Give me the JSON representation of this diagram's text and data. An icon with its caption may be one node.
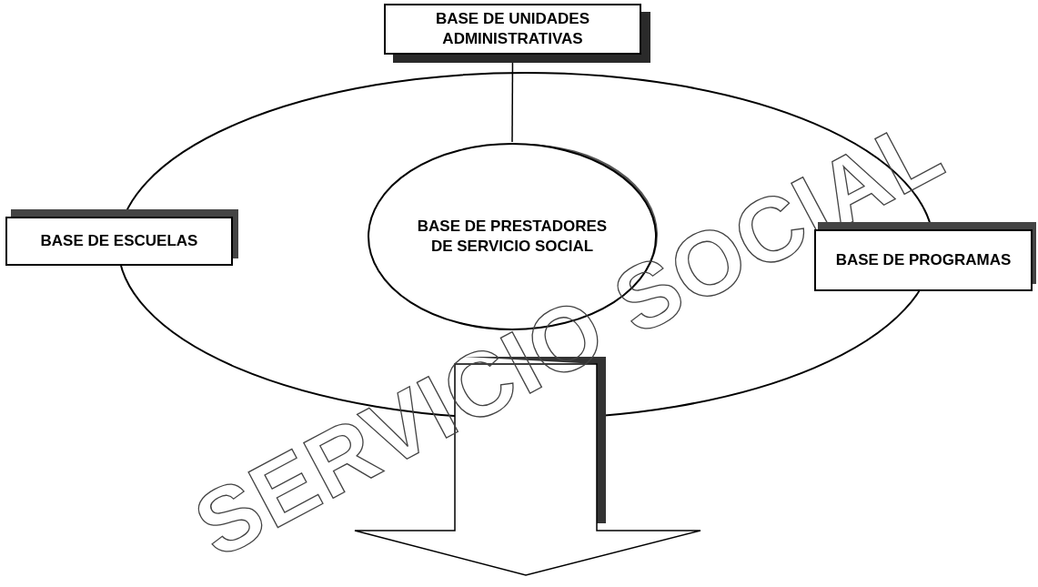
{
  "diagram": {
    "title": "SERVICIO SOCIAL",
    "nodes": [
      {
        "text": [],
        "shape": "ellipse"
      },
      {
        "text": [
          "BASE DE UNIDADES ADMINISTRATIVAS"
        ]
      },
      {
        "text": [
          "BASE DE ESCUELAS"
        ]
      },
      {
        "text": [
          "BASE DE PRESTADORES DE SERVICIO SOCIAL"
        ],
        "in": 0
      },
      {
        "text": [
          "BASE DE PROGRAMAS"
        ]
      }
    ],
    "edges": [
      {
        "from": 1,
        "to": 3,
        "arrow": "none"
      },
      {
        "from": 0,
        "to": null,
        "arrow": "to",
        "style": "thick"
      }
    ]
  }
}
